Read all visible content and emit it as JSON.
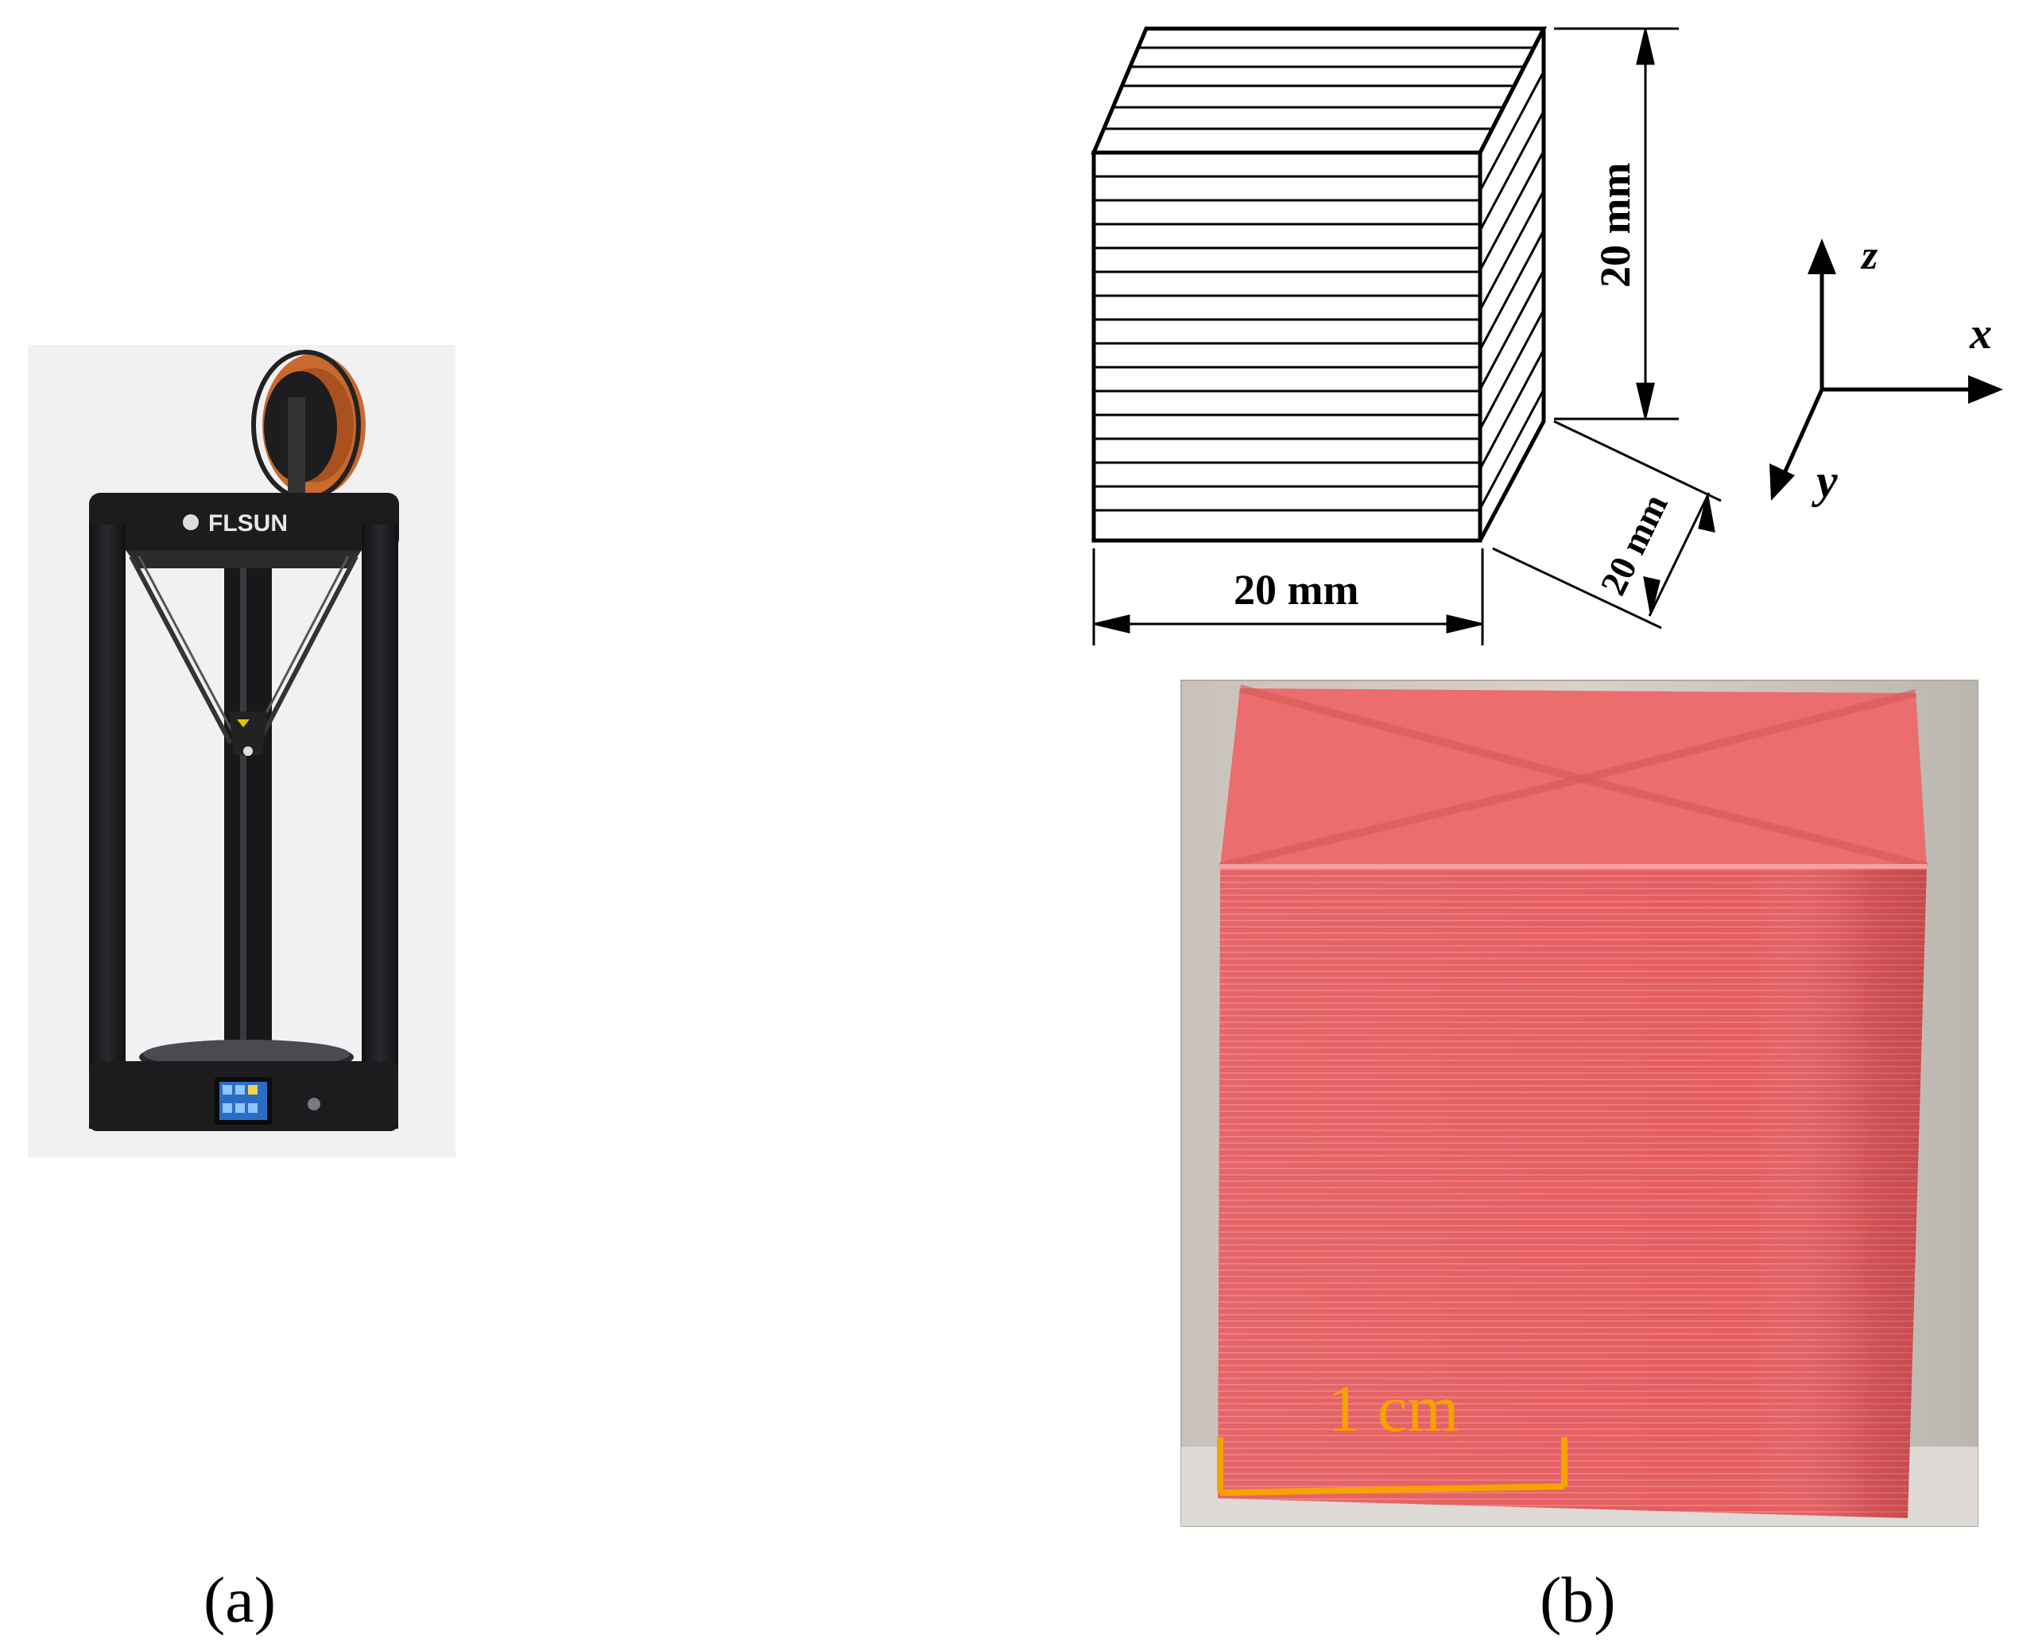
{
  "panel_a": {
    "label": "(a)",
    "printer_brand": "FLSUN"
  },
  "panel_b": {
    "label": "(b)",
    "dims": {
      "height": "20 mm",
      "width": "20 mm",
      "depth": "20 mm"
    },
    "axes": {
      "z": "z",
      "x": "x",
      "y": "y"
    },
    "scale_bar": "1 cm"
  },
  "colors": {
    "cube_red": "#e0565a",
    "scale_bar": "#f5a300",
    "printer_frame": "#1c1c1e",
    "filament": "#c8692e"
  }
}
